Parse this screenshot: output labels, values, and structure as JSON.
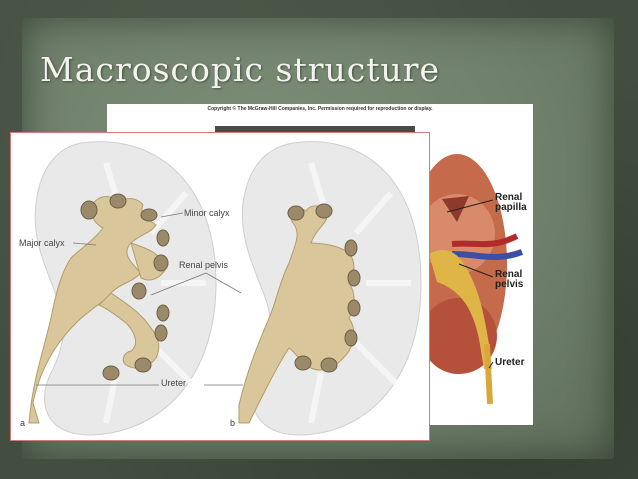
{
  "slide": {
    "title": "Macroscopic structure"
  },
  "back_figure": {
    "copyright": "Copyright © The McGraw-Hill Companies, Inc. Permission required for reproduction or display.",
    "labels": {
      "renal_papilla_1": "Renal",
      "renal_papilla_2": "papilla",
      "renal_pelvis_1": "Renal",
      "renal_pelvis_2": "pelvis",
      "ureter": "Ureter"
    }
  },
  "front_figure": {
    "labels": {
      "minor_calyx": "Minor calyx",
      "major_calyx": "Major calyx",
      "renal_pelvis": "Renal pelvis",
      "ureter": "Ureter",
      "panel_a": "a",
      "panel_b": "b"
    }
  },
  "colors": {
    "background_outer": "#434e40",
    "panel": "#75866f",
    "title_text": "#f3f4ee",
    "front_border": "#d37b78",
    "pelvis_fill": "#d8c59a",
    "kidney_fill": "#e7e7e7",
    "ureter_dark": "#8b5a2b"
  }
}
